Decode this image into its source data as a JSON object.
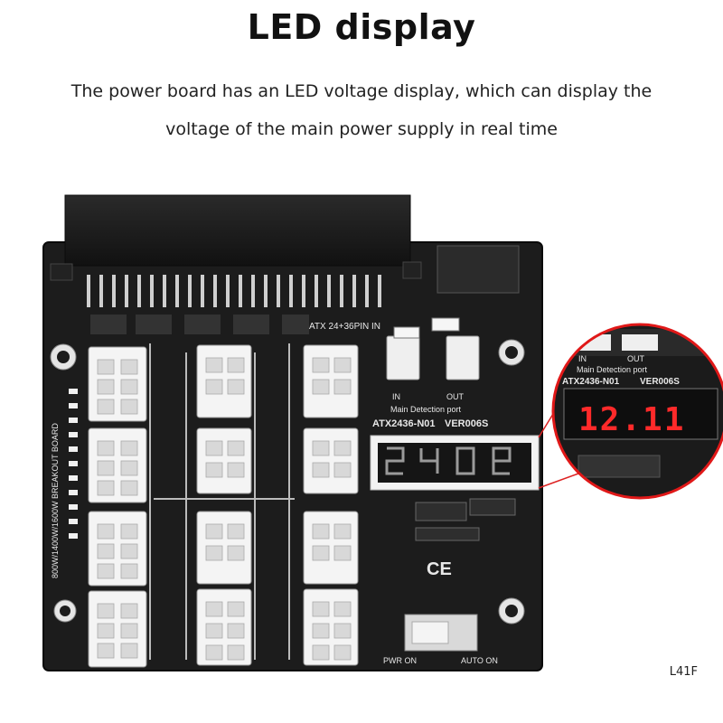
{
  "heading": {
    "title": "LED display",
    "line1": "The power board has an LED voltage display, which can display the",
    "line2": "voltage of the main power supply in real time"
  },
  "board": {
    "vertical_label": "800W/1400W/1600W BREAKOUT BOARD",
    "atx_in_label": "ATX 24+36PIN IN",
    "model": "ATX2436-N01",
    "version": "VER006S",
    "port_in": "IN",
    "port_out": "OUT",
    "detection_label": "Main Detection port",
    "pwr_on": "PWR ON",
    "auto_on": "AUTO ON",
    "ce_mark": "CE"
  },
  "zoom": {
    "port_in": "IN",
    "port_out": "OUT",
    "detection_label": "Main Detection port",
    "model": "ATX2436-N01",
    "version": "VER006S",
    "display_reading": "12.11"
  },
  "product_code": "L41F",
  "colors": {
    "pcb": "#1c1c1c",
    "led_red": "#ff2a2a",
    "zoom_ring": "#e01818"
  }
}
